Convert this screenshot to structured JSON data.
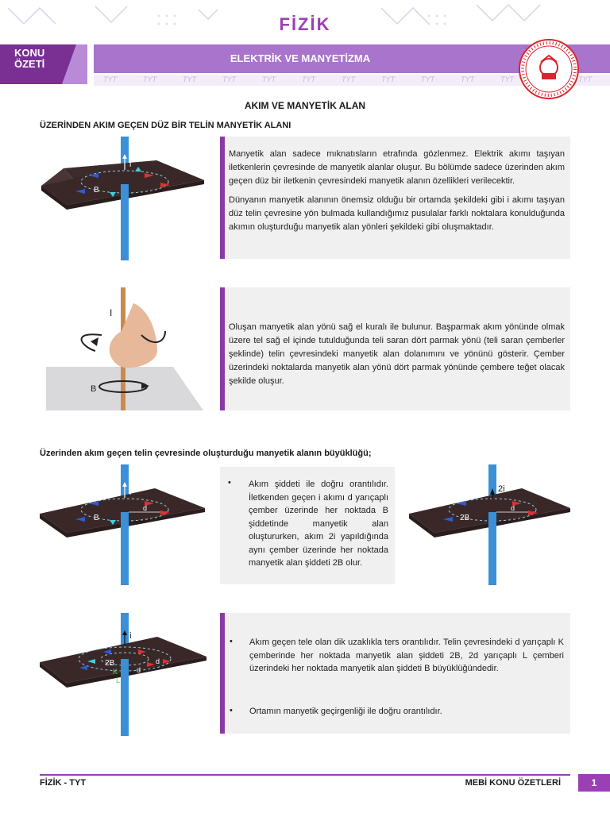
{
  "header": {
    "subject": "FİZİK",
    "konu_line1": "KONU",
    "konu_line2": "ÖZETİ",
    "unit_title": "ELEKTRİK VE MANYETİZMA",
    "strip_text": "TYT"
  },
  "main": {
    "title": "AKIM VE MANYETİK ALAN",
    "section1_heading": "ÜZERİNDEN AKIM GEÇEN DÜZ BİR TELİN  MANYETİK ALANI",
    "box1_para1": "Manyetik alan sadece mıknatısların etrafında gözlenmez. Elektrik akımı taşıyan iletkenlerin çevresinde de manyetik alanlar oluşur. Bu bölümde sadece üzerinden akım geçen düz bir iletkenin çevresindeki manyetik alanın özellikleri verilecektir.",
    "box1_para2": "Dünyanın manyetik alanının önemsiz olduğu bir ortamda şekildeki gibi i akımı taşıyan düz telin çevresine yön bulmada kullandığımız pusulalar farklı noktalara konulduğunda akımın oluşturduğu manyetik alan yönleri şekildeki gibi oluşmaktadır.",
    "box2_para": "Oluşan manyetik alan yönü sağ el kuralı ile bulunur. Başparmak akım yönünde olmak üzere tel sağ el içinde tutulduğunda teli saran dört parmak yönü (teli saran çemberler şeklinde) telin çevresindeki manyetik alan dolanımını ve yönünü gösterir. Çember üzerindeki noktalarda manyetik alan yönü dört parmak yönünde çembere teğet olacak şekilde oluşur.",
    "section2_heading": "Üzerinden akım geçen telin çevresinde oluşturduğu manyetik alanın büyüklüğü;",
    "bullet1": "Akım şiddeti ile doğru orantılıdır. İletkenden geçen i akımı d yarıçaplı çember üzerinde her noktada B şiddetinde manyetik alan oluştururken, akım 2i yapıldığında aynı çember üzerinde her noktada manyetik alan şiddeti 2B olur.",
    "bullet2": "Akım geçen tele olan dik uzaklıkla ters orantılıdır. Telin çevresindeki d yarıçaplı K çemberinde her noktada manyetik alan şiddeti 2B, 2d yarıçaplı L çemberi üzerindeki her noktada manyetik alan şiddeti B büyüklüğündedir.",
    "bullet3": "Ortamın manyetik geçirgenliği ile doğru orantılıdır.",
    "bullet_symbol": "•"
  },
  "figures": {
    "fig1": {
      "current": "i",
      "field1": "B",
      "field2": "B"
    },
    "fig2": {
      "current": "I",
      "field": "B"
    },
    "fig3": {
      "current": "i",
      "field1": "B",
      "field2": "B",
      "distance": "d"
    },
    "fig4": {
      "current": "2i",
      "field1": "2B",
      "field2": "2B",
      "distance": "d"
    },
    "fig5": {
      "current": "i",
      "field": "2B",
      "k": "K",
      "l": "L",
      "b": "B",
      "d1": "d",
      "d2": "d"
    }
  },
  "footer": {
    "left": "FİZİK - TYT",
    "right": "MEBİ KONU ÖZETLERİ",
    "page": "1"
  },
  "colors": {
    "accent": "#9b3fb5",
    "band": "#a874cc",
    "wire": "#3b8fd6",
    "plate": "#3b2b2b"
  }
}
